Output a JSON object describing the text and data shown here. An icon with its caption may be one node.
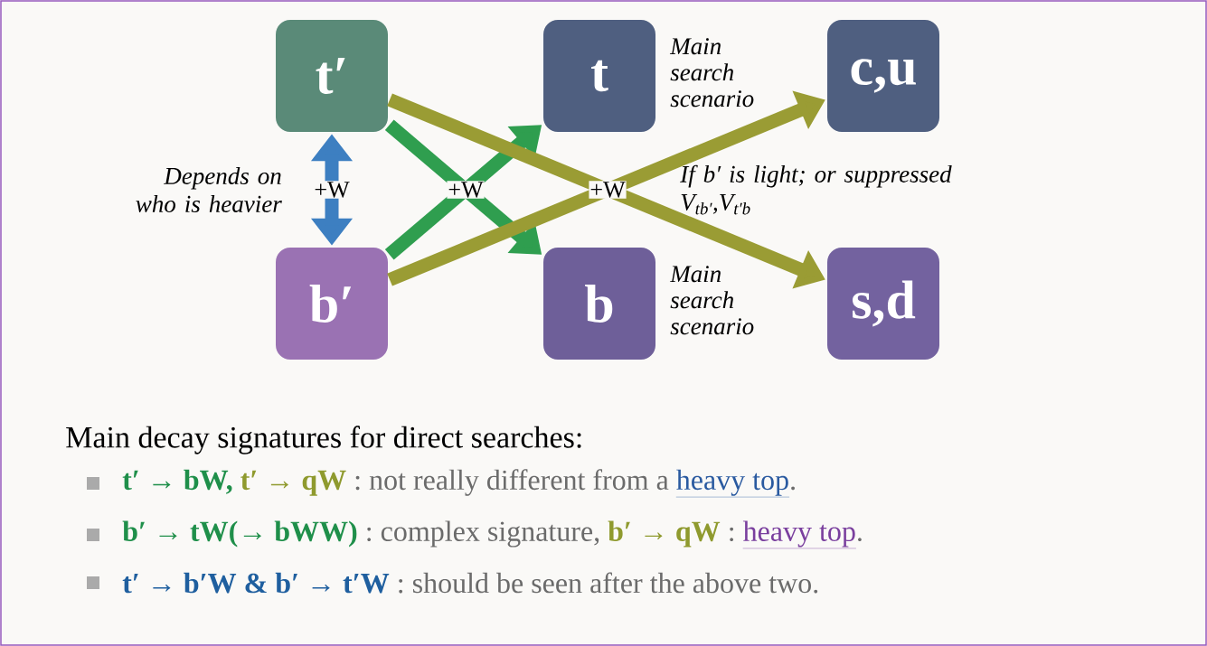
{
  "diagram": {
    "nodes": [
      {
        "text": [
          "t′"
        ]
      },
      {
        "text": [
          "b′"
        ]
      },
      {
        "text": [
          "t"
        ],
        "beside": [
          "Main search scenario"
        ]
      },
      {
        "text": [
          "b"
        ],
        "beside": [
          "Main search scenario"
        ]
      },
      {
        "text": [
          "c,u"
        ]
      },
      {
        "text": [
          "s,d"
        ]
      }
    ],
    "edges": [
      {
        "from": 0,
        "to": 1,
        "arrow": "both",
        "label": "+W",
        "color": "#3d7fc1"
      },
      {
        "from": 1,
        "to": 2,
        "arrow": "to",
        "label": "+W",
        "color": "#2f9e4f"
      },
      {
        "from": 0,
        "to": 3,
        "arrow": "to",
        "color": "#2f9e4f"
      },
      {
        "from": 1,
        "to": 4,
        "arrow": "to",
        "label": "+W",
        "color": "#9a9c34"
      },
      {
        "from": 0,
        "to": 5,
        "arrow": "to",
        "color": "#9a9c34"
      }
    ],
    "labels": [
      "Depends on who is heavier",
      "If b′ is light; or suppressed V$_{tb′}$,V$_{t′b}$",
      "Main decay signatures for direct searches:",
      "t′ → bW,",
      "t′ → qW",
      ": not really different from a",
      "heavy top",
      ".",
      "b′ → tW(→ bWW)",
      ": complex signature,",
      "b′ → qW",
      ":",
      "heavy top",
      ".",
      "t′ → b′W & b′ → t′W",
      ": should be seen after the above two."
    ]
  }
}
